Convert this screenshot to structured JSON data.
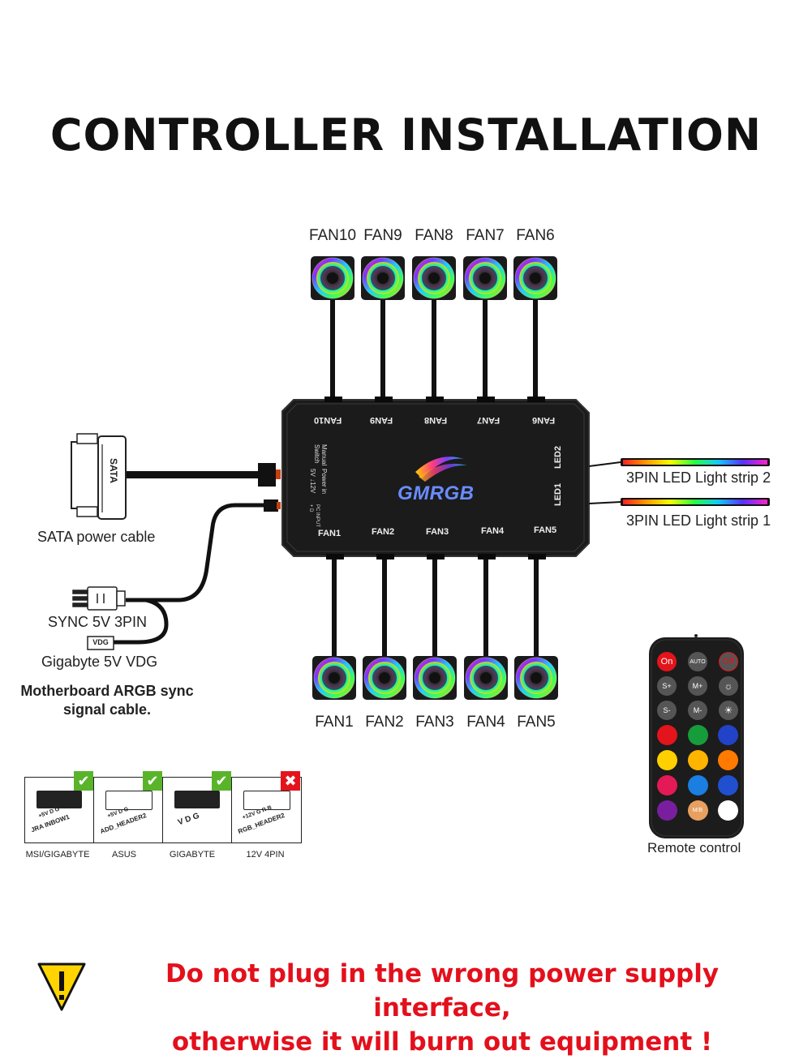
{
  "title": "CONTROLLER INSTALLATION",
  "top_fans": [
    "FAN10",
    "FAN9",
    "FAN8",
    "FAN7",
    "FAN6"
  ],
  "bottom_fans": [
    "FAN1",
    "FAN2",
    "FAN3",
    "FAN4",
    "FAN5"
  ],
  "controller": {
    "brand": "GMRGB",
    "top_ports": [
      "FAN10",
      "FAN9",
      "FAN8",
      "FAN7",
      "FAN6"
    ],
    "bottom_ports": [
      "FAN1",
      "FAN2",
      "FAN3",
      "FAN4",
      "FAN5"
    ],
    "side_ports": [
      "LED2",
      "LED1"
    ],
    "manual_switch": "Manual Switch",
    "power_in": "Power in",
    "power_in_pins": "5V ↓12V",
    "pc_input": "PC INPUT",
    "pc_input_pins": "+ D"
  },
  "led_strips": [
    "3PIN LED Light strip 2",
    "3PIN LED Light strip 1"
  ],
  "sata": {
    "connector_text": "SATA",
    "label": "SATA power cable"
  },
  "sync": {
    "sync_label": "SYNC 5V 3PIN",
    "vdg_tag": "VDG",
    "vdg_label": "Gigabyte 5V VDG",
    "cable_label_1": "Motherboard ARGB sync",
    "cable_label_2": "signal cable."
  },
  "headers": [
    {
      "brand": "MSI/GIGABYTE",
      "silk": "JRA INBOW1",
      "pins": "+5V D G",
      "ok": true
    },
    {
      "brand": "ASUS",
      "silk": "ADD_HEADER2",
      "pins": "+5V D G",
      "ok": true
    },
    {
      "brand": "GIGABYTE",
      "silk": "",
      "pins": "V D G",
      "ok": true
    },
    {
      "brand": "12V 4PIN",
      "silk": "RGB_HEADER2",
      "pins": "+12V G R B",
      "ok": false
    }
  ],
  "remote": {
    "label": "Remote control",
    "rows": [
      [
        "On",
        "AUTO",
        "Off"
      ],
      [
        "S+",
        "M+",
        "brightness-up-icon"
      ],
      [
        "S-",
        "M-",
        "brightness-down-icon"
      ]
    ],
    "color_rows": [
      [
        "#e3141b",
        "#169c3a",
        "#2243c8"
      ],
      [
        "#ffd000",
        "#ffb400",
        "#ff7a00"
      ],
      [
        "#e31a55",
        "#1a7fe0",
        "#2050d0"
      ],
      [
        "#7a1ea0",
        "M/B",
        "#ffffff"
      ]
    ]
  },
  "warning": {
    "line1": "Do not plug in the wrong power supply interface,",
    "line2": "otherwise it will burn out equipment !"
  }
}
